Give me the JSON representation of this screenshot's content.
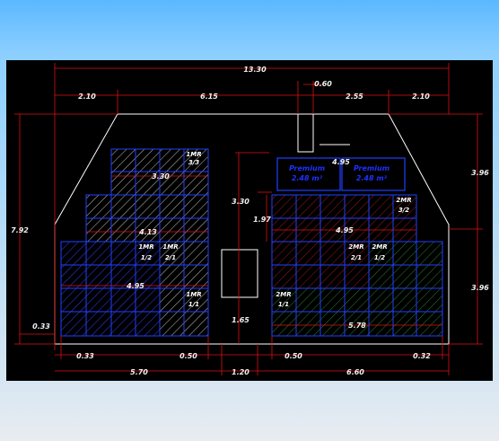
{
  "colors": {
    "background": "#000000",
    "outline": "#ffffff",
    "dimension": "#e01010",
    "grid": "#2040ff",
    "label": "#ffffff",
    "premium_text": "#2030ff"
  },
  "dimensions": {
    "overall_width": "13.30",
    "top_left_offset": "2.10",
    "top_mid_left": "6.15",
    "top_chimney": "0.60",
    "top_mid_right": "2.55",
    "top_right_offset": "2.10",
    "left_height": "7.92",
    "left_small": "0.33",
    "right_upper": "3.96",
    "right_lower": "3.96",
    "center_height_upper": "3.30",
    "center_height_lower": "1.65",
    "bottom_left_inset": "0.33",
    "bottom_left_gap": "0.50",
    "bottom_door": "1.20",
    "bottom_right_gap": "0.50",
    "bottom_right_inset": "0.32",
    "bottom_left_total": "5.70",
    "bottom_right_total": "6.60"
  },
  "left_section": {
    "row1_width": "3.30",
    "row2_width": "4.13",
    "row3_width": "4.95",
    "labels": [
      {
        "line1": "1MR",
        "line2": "3/3"
      },
      {
        "line1": "1MR",
        "line2": "1/2"
      },
      {
        "line1": "1MR",
        "line2": "2/1"
      },
      {
        "line1": "1MR",
        "line2": "1/1"
      }
    ]
  },
  "right_section": {
    "top_width": "4.95",
    "inner_height": "1.97",
    "bottom_width": "5.78",
    "premium": [
      {
        "line1": "Premium",
        "line2": "2.48 m²"
      },
      {
        "line1": "Premium",
        "line2": "2.48 m²"
      }
    ],
    "labels": [
      {
        "line1": "2MR",
        "line2": "3/2"
      },
      {
        "line1": "2MR",
        "line2": "2/1"
      },
      {
        "line1": "2MR",
        "line2": "1/2"
      },
      {
        "line1": "2MR",
        "line2": "1/1"
      }
    ]
  }
}
